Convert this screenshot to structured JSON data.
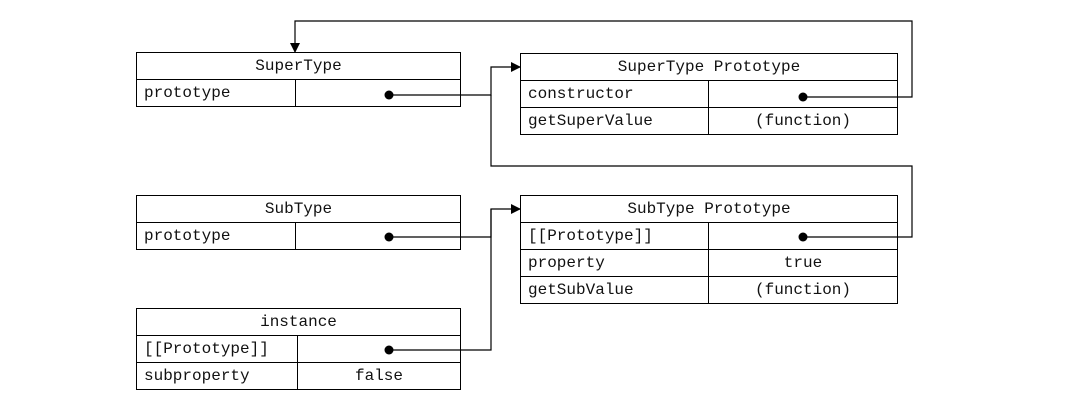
{
  "supertype": {
    "title": "SuperType",
    "rows": [
      {
        "key": "prototype",
        "value": ""
      }
    ]
  },
  "supertype_proto": {
    "title": "SuperType Prototype",
    "rows": [
      {
        "key": "constructor",
        "value": ""
      },
      {
        "key": "getSuperValue",
        "value": "(function)"
      }
    ]
  },
  "subtype": {
    "title": "SubType",
    "rows": [
      {
        "key": "prototype",
        "value": ""
      }
    ]
  },
  "subtype_proto": {
    "title": "SubType Prototype",
    "rows": [
      {
        "key": "[[Prototype]]",
        "value": ""
      },
      {
        "key": "property",
        "value": "true"
      },
      {
        "key": "getSubValue",
        "value": "(function)"
      }
    ]
  },
  "instance": {
    "title": "instance",
    "rows": [
      {
        "key": "[[Prototype]]",
        "value": ""
      },
      {
        "key": "subproperty",
        "value": "false"
      }
    ]
  }
}
